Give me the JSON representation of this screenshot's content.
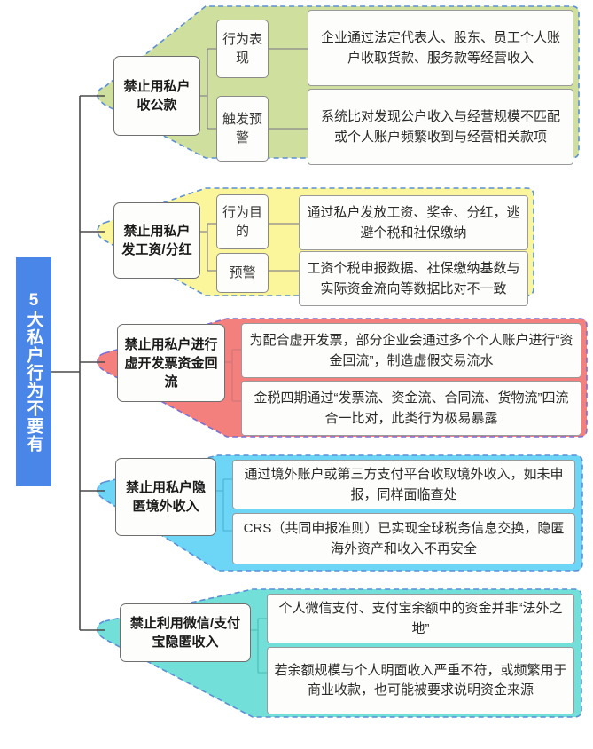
{
  "diagram": {
    "type": "mindmap",
    "root": {
      "label": "5大私户行为不要有",
      "color": "#4a86e8"
    },
    "branches": [
      {
        "id": "branch-1",
        "title": "禁止用私户收公款",
        "bubble_color": "#cfdf9e",
        "outline_color": "#7b9fd4",
        "children": [
          {
            "label": "行为表现",
            "detail": "企业通过法定代表人、股东、员工个人账户收取货款、服务款等经营收入"
          },
          {
            "label": "触发预警",
            "detail": "系统比对发现公户收入与经营规模不匹配或个人账户频繁收到与经营相关款项"
          }
        ]
      },
      {
        "id": "branch-2",
        "title": "禁止用私户发工资/分红",
        "bubble_color": "#fbf59c",
        "outline_color": "#7b9fd4",
        "children": [
          {
            "label": "行为目的",
            "detail": "通过私户发放工资、奖金、分红，逃避个税和社保缴纳"
          },
          {
            "label": "预警",
            "detail": "工资个税申报数据、社保缴纳基数与实际资金流向等数据比对不一致"
          }
        ]
      },
      {
        "id": "branch-3",
        "title": "禁止用私户进行虚开发票资金回流",
        "bubble_color": "#f4807e",
        "outline_color": "#7b6fd4",
        "children": [
          {
            "label": "",
            "detail": "为配合虚开发票，部分企业会通过多个个人账户进行“资金回流”，制造虚假交易流水"
          },
          {
            "label": "",
            "detail": "金税四期通过“发票流、资金流、合同流、货物流”四流合一比对，此类行为极易暴露"
          }
        ]
      },
      {
        "id": "branch-4",
        "title": "禁止用私户隐匿境外收入",
        "bubble_color": "#6dd5f5",
        "outline_color": "#7b9fd4",
        "children": [
          {
            "label": "",
            "detail": "通过境外账户或第三方支付平台收取境外收入，如未申报，同样面临查处"
          },
          {
            "label": "",
            "detail": "CRS（共同申报准则）已实现全球税务信息交换，隐匿海外资产和收入不再安全"
          }
        ]
      },
      {
        "id": "branch-5",
        "title": "禁止利用微信/支付宝隐匿收入",
        "bubble_color": "#72e0d8",
        "outline_color": "#7b9fd4",
        "children": [
          {
            "label": "",
            "detail": "个人微信支付、支付宝余额中的资金并非“法外之地”"
          },
          {
            "label": "",
            "detail": "若余额规模与个人明面收入严重不符，或频繁用于商业收款，也可能被要求说明资金来源"
          }
        ]
      }
    ]
  }
}
